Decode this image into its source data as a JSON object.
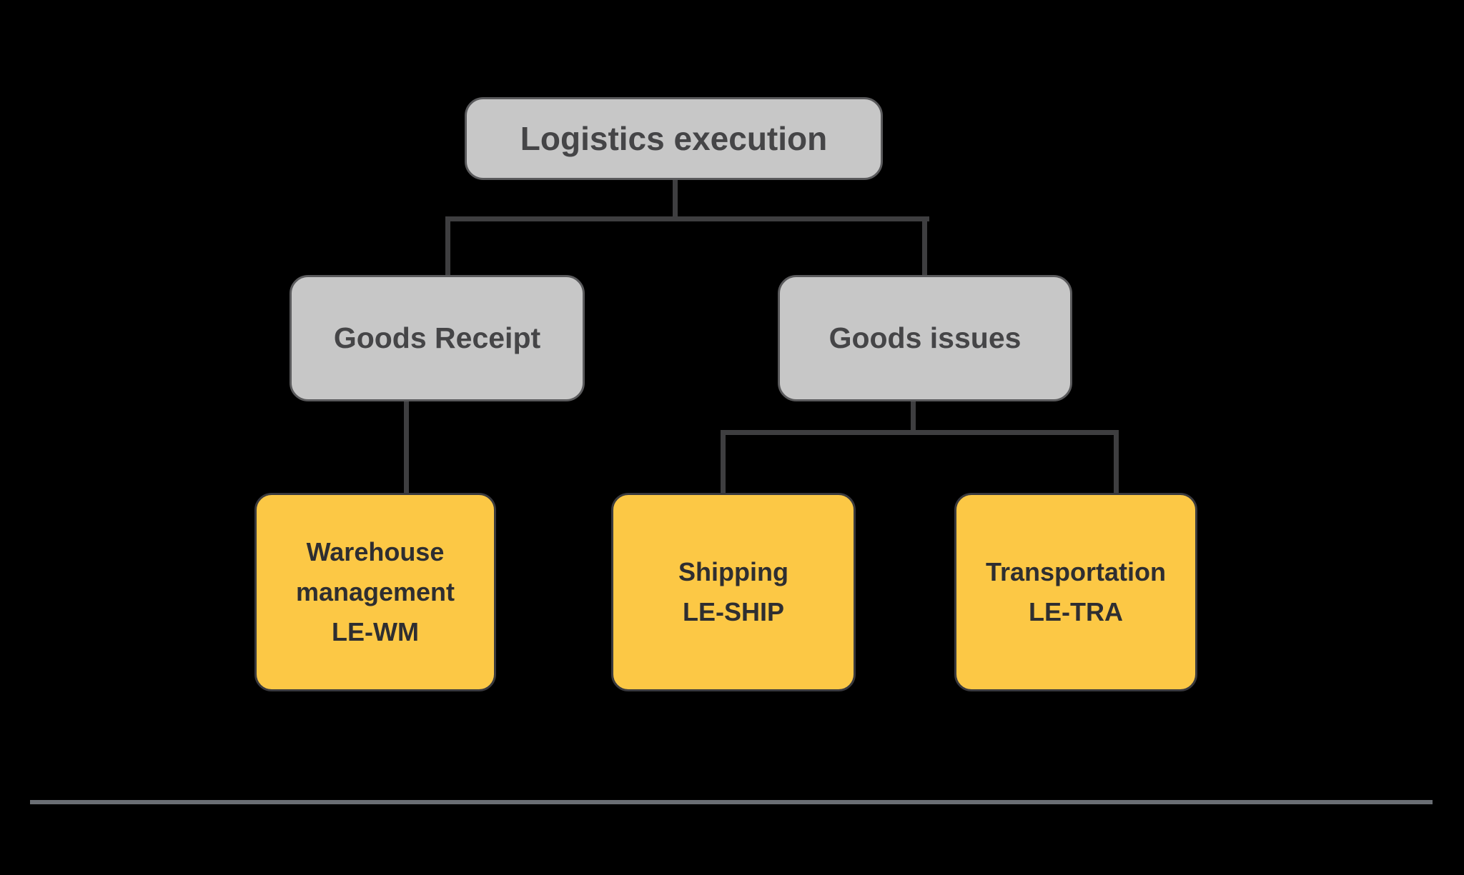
{
  "palette": {
    "background": "#000000",
    "gray_node_fill": "#c7c7c7",
    "gray_node_border": "#5a5a5c",
    "gray_node_text": "#454547",
    "yellow_node_fill": "#fcc845",
    "yellow_node_border": "#3a3a3e",
    "yellow_node_text": "#2e2e31",
    "connector_line": "#3e3e40",
    "divider_line": "#6a6e74"
  },
  "diagram": {
    "type": "hierarchy-flowchart",
    "nodes": {
      "root": {
        "label": "Logistics execution"
      },
      "goods_receipt": {
        "label": "Goods Receipt"
      },
      "goods_issues": {
        "label": "Goods issues"
      },
      "warehouse_management": {
        "lines": [
          "Warehouse",
          "management",
          "LE-WM"
        ]
      },
      "shipping": {
        "lines": [
          "Shipping",
          "LE-SHIP"
        ]
      },
      "transportation": {
        "lines": [
          "Transportation",
          "LE-TRA"
        ]
      }
    },
    "edges": [
      {
        "from": "root",
        "to": "goods_receipt"
      },
      {
        "from": "root",
        "to": "goods_issues"
      },
      {
        "from": "goods_receipt",
        "to": "warehouse_management"
      },
      {
        "from": "goods_issues",
        "to": "shipping"
      },
      {
        "from": "goods_issues",
        "to": "transportation"
      }
    ]
  }
}
